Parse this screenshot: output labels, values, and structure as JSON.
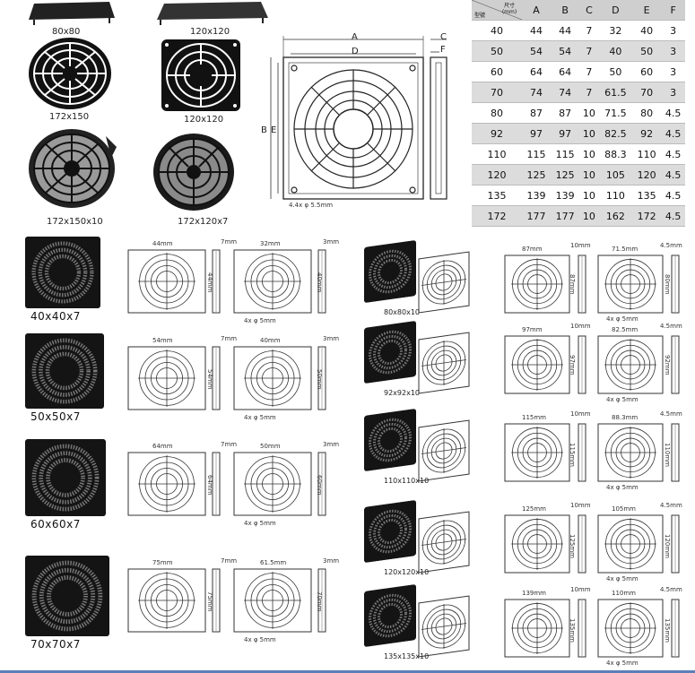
{
  "top_products": [
    {
      "label": "80x80"
    },
    {
      "label": "120x120"
    },
    {
      "label": "172x150"
    },
    {
      "label": "120x120"
    },
    {
      "label": "172x150x10"
    },
    {
      "label": "172x120x7"
    }
  ],
  "drawing": {
    "A": "A",
    "D": "D",
    "B": "B",
    "E": "E",
    "C": "C",
    "F": "F",
    "hole": "4.4x φ 5.5mm"
  },
  "table": {
    "header_top": "尺寸(mm)",
    "header_bottom": "型號",
    "columns": [
      "A",
      "B",
      "C",
      "D",
      "E",
      "F"
    ],
    "rows": [
      {
        "model": "40",
        "vals": [
          "44",
          "44",
          "7",
          "32",
          "40",
          "3"
        ]
      },
      {
        "model": "50",
        "vals": [
          "54",
          "54",
          "7",
          "40",
          "50",
          "3"
        ]
      },
      {
        "model": "60",
        "vals": [
          "64",
          "64",
          "7",
          "50",
          "60",
          "3"
        ]
      },
      {
        "model": "70",
        "vals": [
          "74",
          "74",
          "7",
          "61.5",
          "70",
          "3"
        ]
      },
      {
        "model": "80",
        "vals": [
          "87",
          "87",
          "10",
          "71.5",
          "80",
          "4.5"
        ]
      },
      {
        "model": "92",
        "vals": [
          "97",
          "97",
          "10",
          "82.5",
          "92",
          "4.5"
        ]
      },
      {
        "model": "110",
        "vals": [
          "115",
          "115",
          "10",
          "88.3",
          "110",
          "4.5"
        ]
      },
      {
        "model": "120",
        "vals": [
          "125",
          "125",
          "10",
          "105",
          "120",
          "4.5"
        ]
      },
      {
        "model": "135",
        "vals": [
          "139",
          "139",
          "10",
          "110",
          "135",
          "4.5"
        ]
      },
      {
        "model": "172",
        "vals": [
          "177",
          "177",
          "10",
          "162",
          "172",
          "4.5"
        ]
      }
    ]
  },
  "left_products": [
    {
      "label": "40x40x7",
      "a": "44mm",
      "c": "7mm",
      "d": "32mm",
      "f": "3mm",
      "b": "44mm",
      "e": "40mm",
      "hole": "4x φ 5mm"
    },
    {
      "label": "50x50x7",
      "a": "54mm",
      "c": "7mm",
      "d": "40mm",
      "f": "3mm",
      "b": "54mm",
      "e": "50mm",
      "hole": "4x φ 5mm"
    },
    {
      "label": "60x60x7",
      "a": "64mm",
      "c": "7mm",
      "d": "50mm",
      "f": "3mm",
      "b": "64mm",
      "e": "60mm",
      "hole": "4x φ 5mm"
    },
    {
      "label": "70x70x7",
      "a": "75mm",
      "c": "7mm",
      "d": "61.5mm",
      "f": "3mm",
      "b": "75mm",
      "e": "70mm",
      "hole": "4x φ 5mm"
    }
  ],
  "right_products": [
    {
      "label": "80x80x10",
      "a": "87mm",
      "c": "10mm",
      "d": "71.5mm",
      "f": "4.5mm",
      "b": "87mm",
      "e": "80mm",
      "hole": "4x φ 5mm"
    },
    {
      "label": "92x92x10",
      "a": "97mm",
      "c": "10mm",
      "d": "82.5mm",
      "f": "4.5mm",
      "b": "97mm",
      "e": "92mm",
      "hole": "4x φ 5mm"
    },
    {
      "label": "110x110x10",
      "a": "115mm",
      "c": "10mm",
      "d": "88.3mm",
      "f": "4.5mm",
      "b": "115mm",
      "e": "110mm",
      "hole": "4x φ 5mm"
    },
    {
      "label": "120x120x10",
      "a": "125mm",
      "c": "10mm",
      "d": "105mm",
      "f": "4.5mm",
      "b": "125mm",
      "e": "120mm",
      "hole": "4x φ 5mm"
    },
    {
      "label": "135x135x10",
      "a": "139mm",
      "c": "10mm",
      "d": "110mm",
      "f": "4.5mm",
      "b": "135mm",
      "e": "135mm",
      "hole": "4x φ 5mm"
    }
  ]
}
